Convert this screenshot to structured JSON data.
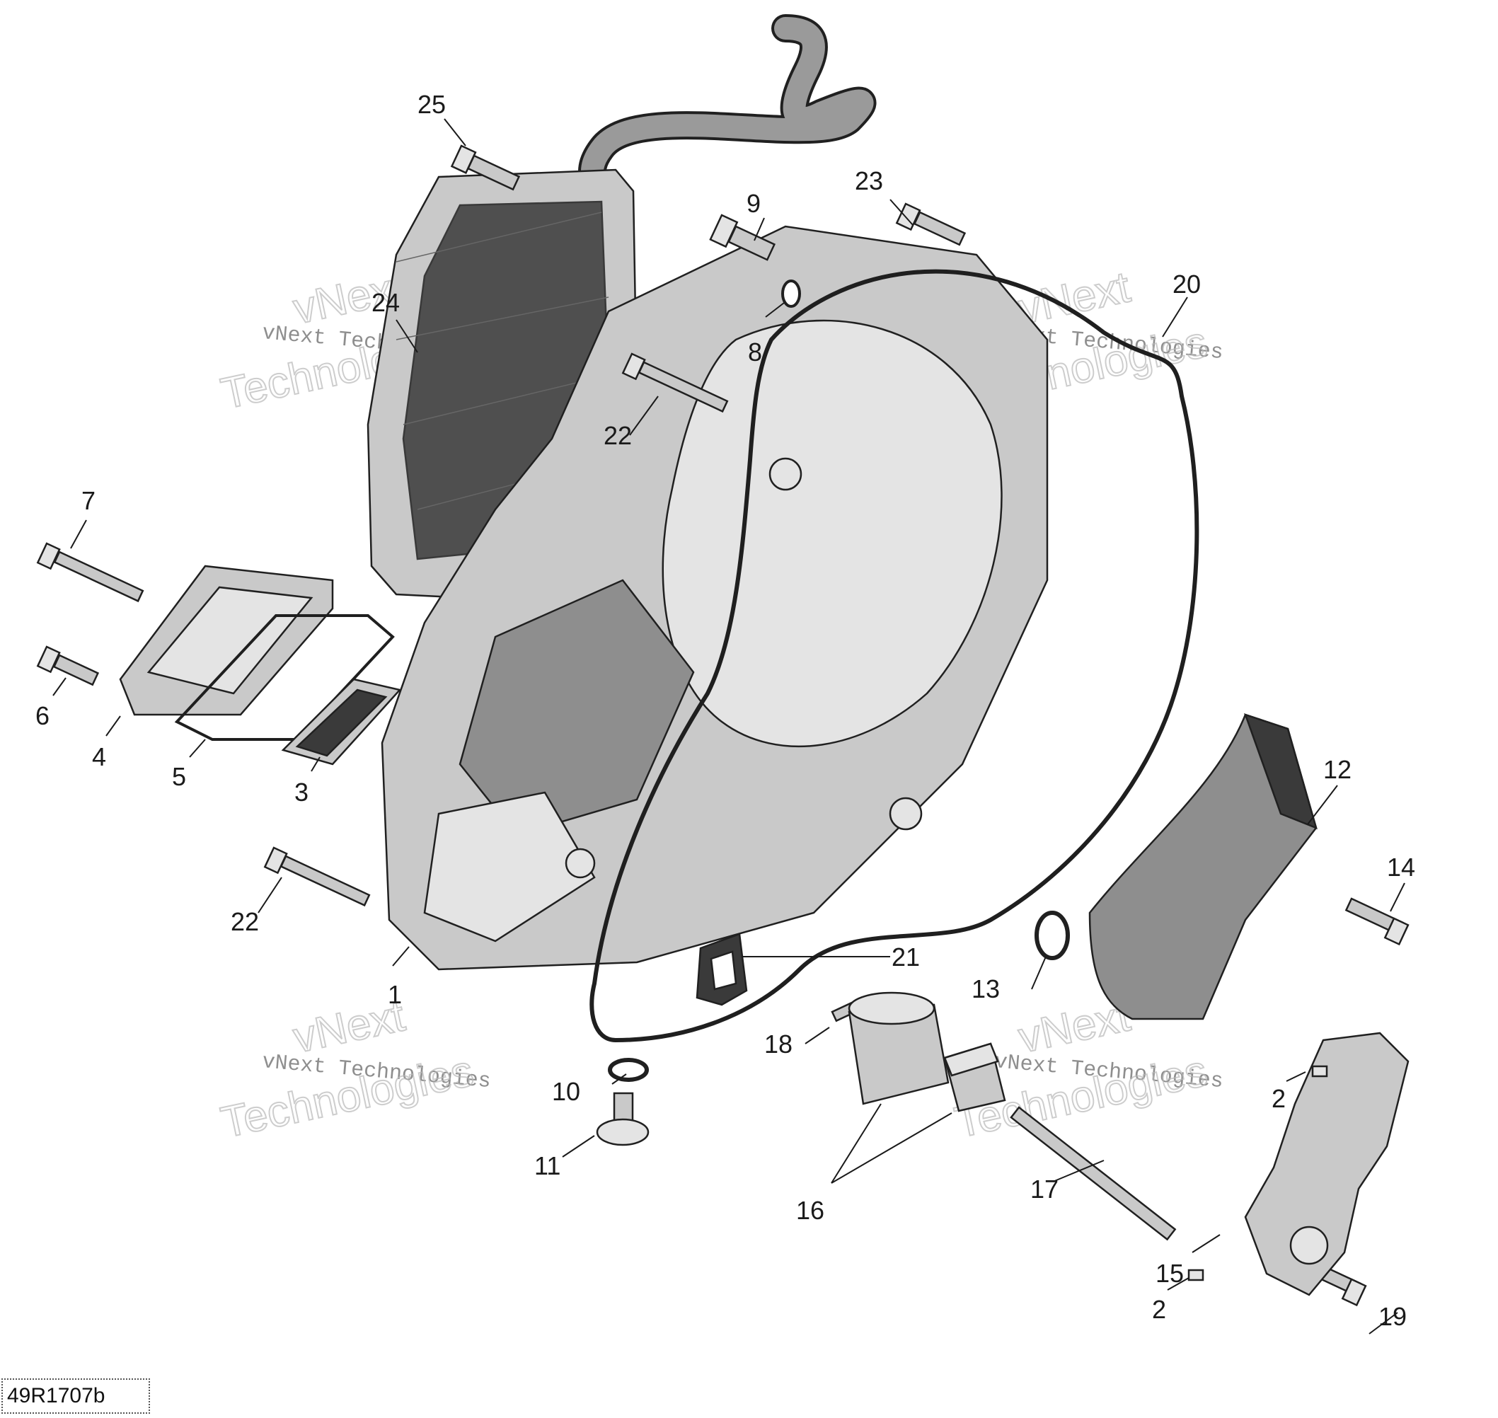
{
  "diagram": {
    "reference_code": "49R1707b",
    "watermark": {
      "line1": "vNext",
      "line2": "vNext Technologies",
      "line3": "Technologies"
    },
    "callouts": [
      {
        "id": "1",
        "label": "1"
      },
      {
        "id": "2a",
        "label": "2"
      },
      {
        "id": "2b",
        "label": "2"
      },
      {
        "id": "3",
        "label": "3"
      },
      {
        "id": "4",
        "label": "4"
      },
      {
        "id": "5",
        "label": "5"
      },
      {
        "id": "6",
        "label": "6"
      },
      {
        "id": "7",
        "label": "7"
      },
      {
        "id": "8",
        "label": "8"
      },
      {
        "id": "9",
        "label": "9"
      },
      {
        "id": "10",
        "label": "10"
      },
      {
        "id": "11",
        "label": "11"
      },
      {
        "id": "12",
        "label": "12"
      },
      {
        "id": "13",
        "label": "13"
      },
      {
        "id": "14",
        "label": "14"
      },
      {
        "id": "15",
        "label": "15"
      },
      {
        "id": "16",
        "label": "16"
      },
      {
        "id": "17",
        "label": "17"
      },
      {
        "id": "18",
        "label": "18"
      },
      {
        "id": "19",
        "label": "19"
      },
      {
        "id": "20",
        "label": "20"
      },
      {
        "id": "21",
        "label": "21"
      },
      {
        "id": "22a",
        "label": "22"
      },
      {
        "id": "22b",
        "label": "22"
      },
      {
        "id": "23",
        "label": "23"
      },
      {
        "id": "24",
        "label": "24"
      },
      {
        "id": "25",
        "label": "25"
      }
    ]
  }
}
